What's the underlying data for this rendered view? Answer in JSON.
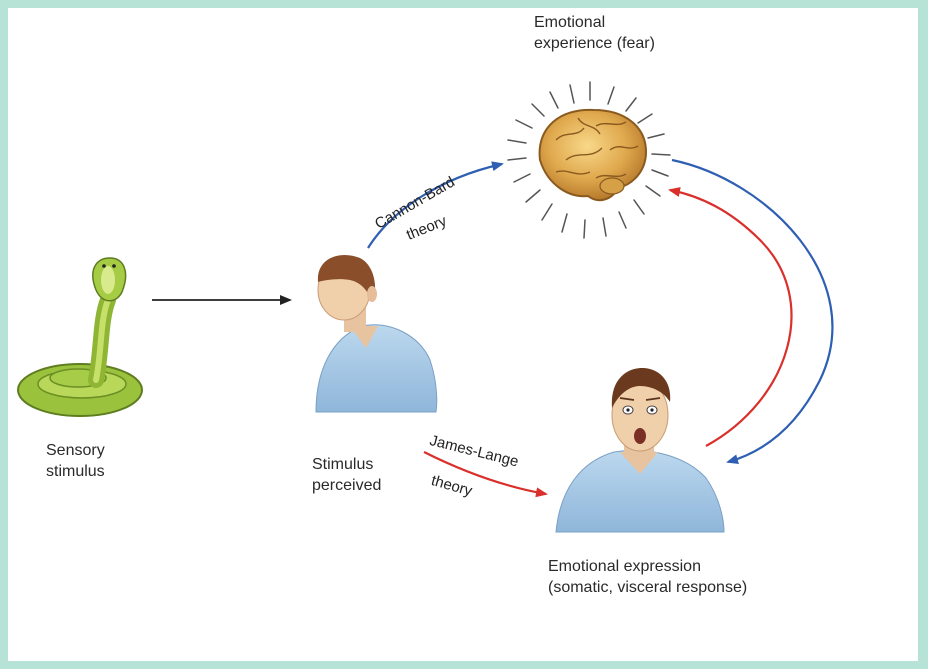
{
  "labels": {
    "emotional_experience_line1": "Emotional",
    "emotional_experience_line2": "experience (fear)",
    "sensory_line1": "Sensory",
    "sensory_line2": "stimulus",
    "perceived_line1": "Stimulus",
    "perceived_line2": "perceived",
    "expression_line1": "Emotional expression",
    "expression_line2": "(somatic, visceral response)",
    "cannon_bard_line1": "Cannon-Bard",
    "cannon_bard_line2": "theory",
    "james_lange_line1": "James-Lange",
    "james_lange_line2": "theory"
  },
  "colors": {
    "background_border": "#b7e3d6",
    "blue_arrow": "#2f5fb3",
    "red_arrow": "#d9302b",
    "black_arrow": "#222222"
  }
}
